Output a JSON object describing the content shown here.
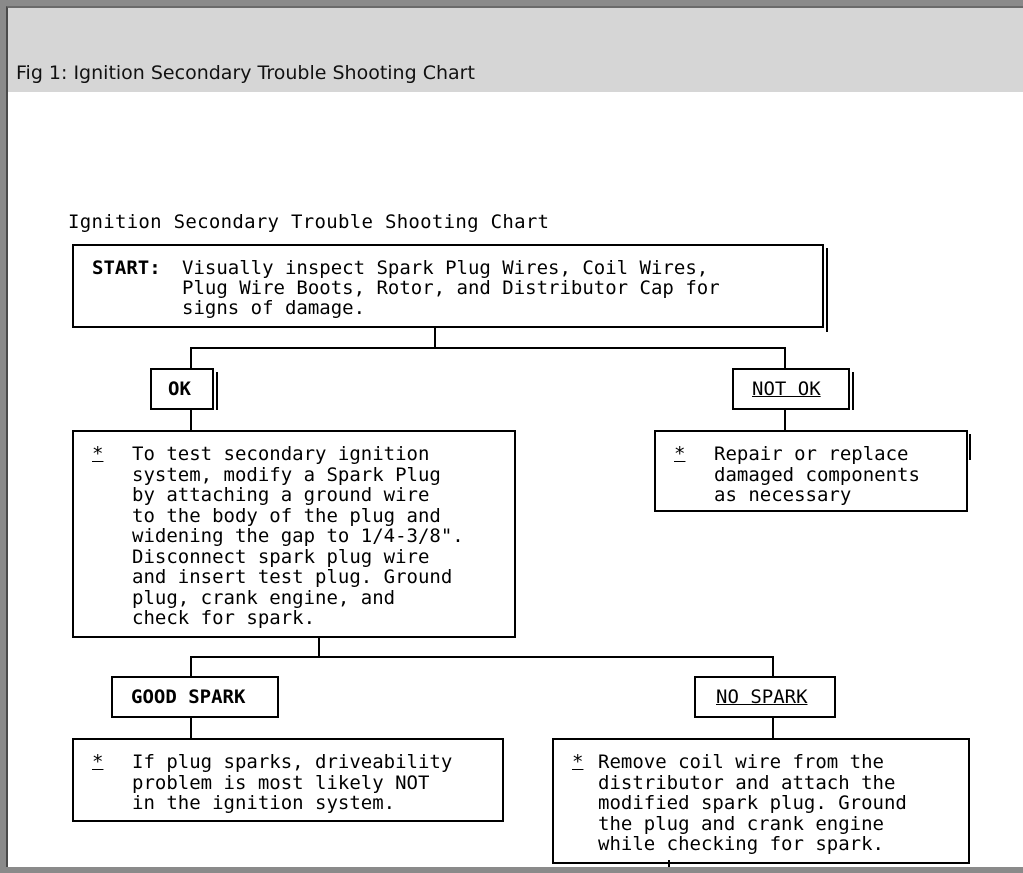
{
  "figure": {
    "caption": "Fig 1: Ignition Secondary Trouble Shooting Chart"
  },
  "chart": {
    "title": "Ignition Secondary Trouble Shooting Chart",
    "start": {
      "label": "START:",
      "lines": [
        "Visually inspect Spark Plug Wires, Coil Wires,",
        "Plug Wire Boots, Rotor, and Distributor Cap for",
        "signs of damage."
      ]
    },
    "ok_label": "OK",
    "not_ok_label": "NOT OK",
    "ok_step": {
      "bullet": "*",
      "lines": [
        "To test secondary ignition",
        "system, modify a Spark Plug",
        "by attaching a ground wire",
        "to the body of the plug and",
        "widening the gap to 1/4-3/8\".",
        "Disconnect spark plug wire",
        "and insert test plug. Ground",
        "plug, crank engine, and",
        "check for spark."
      ]
    },
    "not_ok_step": {
      "bullet": "*",
      "lines": [
        "Repair or replace",
        "damaged components",
        "as necessary"
      ]
    },
    "good_spark_label": "GOOD SPARK",
    "no_spark_label": "NO SPARK",
    "good_spark_step": {
      "bullet": "*",
      "lines": [
        "If plug sparks, driveability",
        "problem is most likely NOT",
        "in the ignition system."
      ]
    },
    "no_spark_step": {
      "bullet": "*",
      "lines": [
        "Remove coil wire from the",
        "distributor and attach the",
        "modified spark plug. Ground",
        "the plug and crank engine",
        "while checking for spark."
      ]
    }
  }
}
